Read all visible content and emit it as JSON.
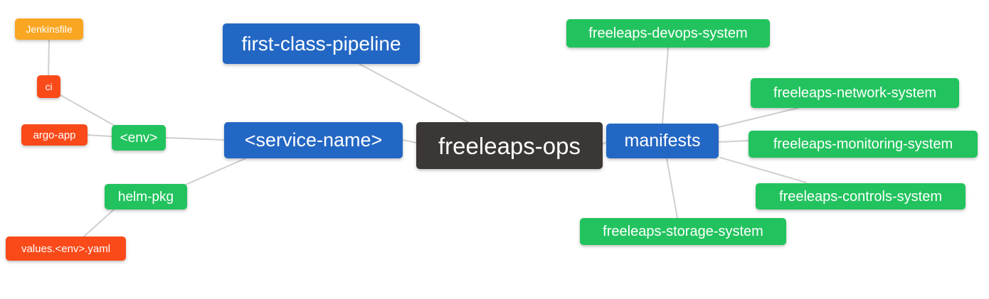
{
  "diagram": {
    "title": "freeleaps-ops mindmap",
    "edge_color": "#cfcfcf",
    "node_colors": {
      "blue": "#2367c4",
      "green": "#22c35e",
      "orange": "#f9a623",
      "red": "#fa4a1a",
      "dark": "#3b3734"
    },
    "nodes": [
      {
        "id": "jenkinsfile",
        "label": "Jenkinsfile",
        "kind": "orange"
      },
      {
        "id": "ci",
        "label": "ci",
        "kind": "red"
      },
      {
        "id": "argo-app",
        "label": "argo-app",
        "kind": "red"
      },
      {
        "id": "env",
        "label": "<env>",
        "kind": "green"
      },
      {
        "id": "helm-pkg",
        "label": "helm-pkg",
        "kind": "green"
      },
      {
        "id": "values-env-yaml",
        "label": "values.<env>.yaml",
        "kind": "red"
      },
      {
        "id": "first-class-pipeline",
        "label": "first-class-pipeline",
        "kind": "blue"
      },
      {
        "id": "service-name",
        "label": "<service-name>",
        "kind": "blue"
      },
      {
        "id": "freeleaps-ops",
        "label": "freeleaps-ops",
        "kind": "dark"
      },
      {
        "id": "manifests",
        "label": "manifests",
        "kind": "blue"
      },
      {
        "id": "freeleaps-devops-system",
        "label": "freeleaps-devops-system",
        "kind": "green"
      },
      {
        "id": "freeleaps-network-system",
        "label": "freeleaps-network-system",
        "kind": "green"
      },
      {
        "id": "freeleaps-monitoring-system",
        "label": "freeleaps-monitoring-system",
        "kind": "green"
      },
      {
        "id": "freeleaps-controls-system",
        "label": "freeleaps-controls-system",
        "kind": "green"
      },
      {
        "id": "freeleaps-storage-system",
        "label": "freeleaps-storage-system",
        "kind": "green"
      }
    ],
    "edges": [
      [
        "jenkinsfile",
        "ci"
      ],
      [
        "ci",
        "env"
      ],
      [
        "argo-app",
        "env"
      ],
      [
        "env",
        "service-name"
      ],
      [
        "helm-pkg",
        "service-name"
      ],
      [
        "values-env-yaml",
        "helm-pkg"
      ],
      [
        "first-class-pipeline",
        "freeleaps-ops"
      ],
      [
        "service-name",
        "freeleaps-ops"
      ],
      [
        "freeleaps-ops",
        "manifests"
      ],
      [
        "manifests",
        "freeleaps-devops-system"
      ],
      [
        "manifests",
        "freeleaps-network-system"
      ],
      [
        "manifests",
        "freeleaps-monitoring-system"
      ],
      [
        "manifests",
        "freeleaps-controls-system"
      ],
      [
        "manifests",
        "freeleaps-storage-system"
      ]
    ]
  }
}
